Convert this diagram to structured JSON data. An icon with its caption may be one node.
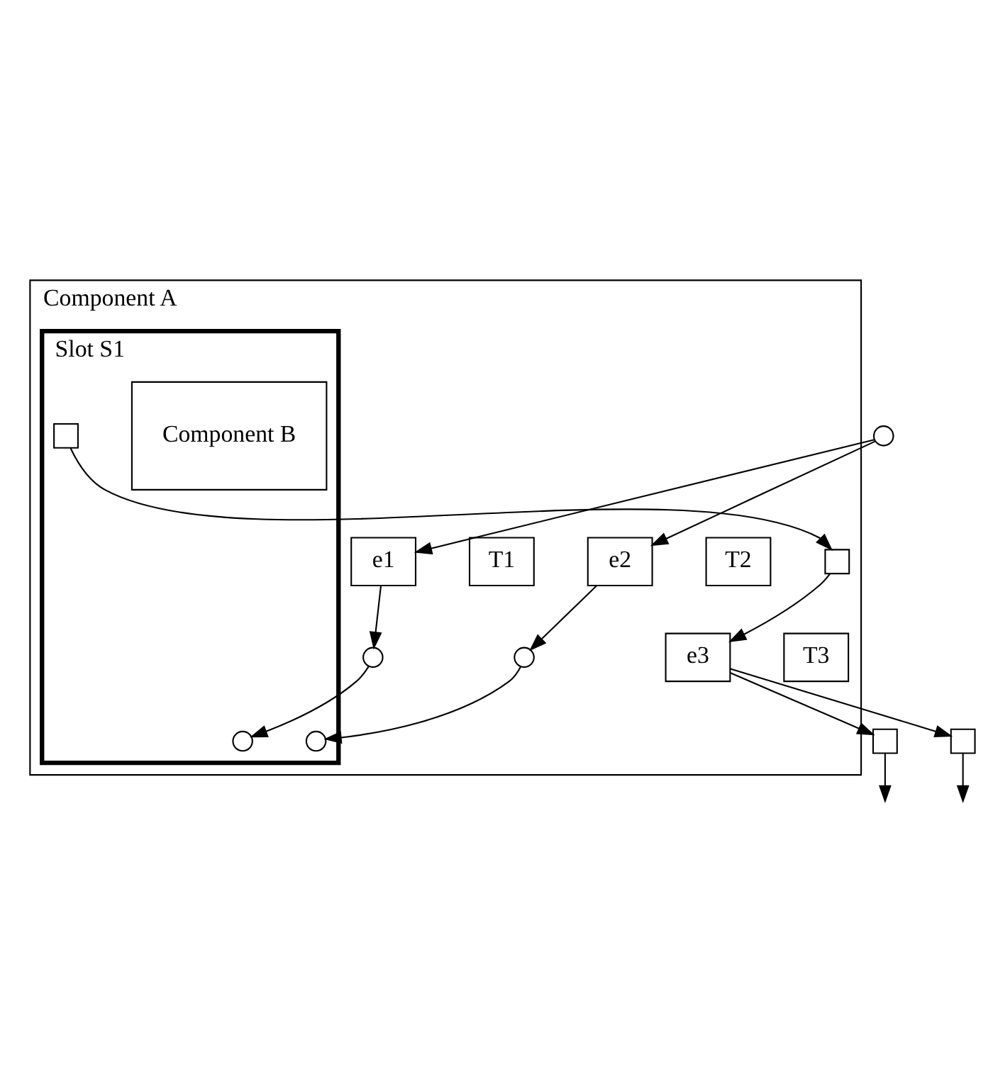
{
  "diagram": {
    "nodes": [
      {
        "text": [
          "Component A"
        ]
      },
      {
        "text": [],
        "shape": "circle"
      },
      {
        "text": [
          "e1"
        ],
        "in": 0
      },
      {
        "text": [
          "T1"
        ],
        "in": 0
      },
      {
        "text": [
          "e2"
        ],
        "in": 0
      },
      {
        "text": [
          "T2"
        ],
        "in": 0
      },
      {
        "text": [
          "Slot S1"
        ],
        "in": 0
      },
      {
        "text": [],
        "shape": "circle",
        "in": 0
      },
      {
        "text": [],
        "shape": "circle",
        "in": 0
      },
      {
        "text": [
          "Component B"
        ],
        "in": 6
      },
      {
        "text": [],
        "shape": "circle",
        "in": 6
      },
      {
        "text": [],
        "shape": "circle",
        "in": 6
      },
      {
        "text": [],
        "shape": "box",
        "in": 6
      },
      {
        "text": [],
        "shape": "box",
        "in": 0
      },
      {
        "text": [
          "e3"
        ],
        "in": 0
      },
      {
        "text": [
          "T3"
        ],
        "in": 0
      },
      {
        "text": [],
        "shape": "box"
      },
      {
        "text": [],
        "shape": "box"
      }
    ],
    "edges": [
      {
        "from": 1,
        "to": 2,
        "arrow": "to"
      },
      {
        "from": 1,
        "to": 4,
        "arrow": "to"
      },
      {
        "from": 2,
        "to": 7,
        "arrow": "to"
      },
      {
        "from": 4,
        "to": 8,
        "arrow": "to"
      },
      {
        "from": 7,
        "to": 10,
        "arrow": "to"
      },
      {
        "from": 8,
        "to": 11,
        "arrow": "to"
      },
      {
        "from": 12,
        "to": 13,
        "arrow": "to"
      },
      {
        "from": 13,
        "to": 14,
        "arrow": "to"
      },
      {
        "from": 14,
        "to": 16,
        "arrow": "to"
      },
      {
        "from": 14,
        "to": 17,
        "arrow": "to"
      },
      {
        "from": 16,
        "to": null,
        "arrow": "to"
      },
      {
        "from": 17,
        "to": null,
        "arrow": "to"
      }
    ]
  }
}
